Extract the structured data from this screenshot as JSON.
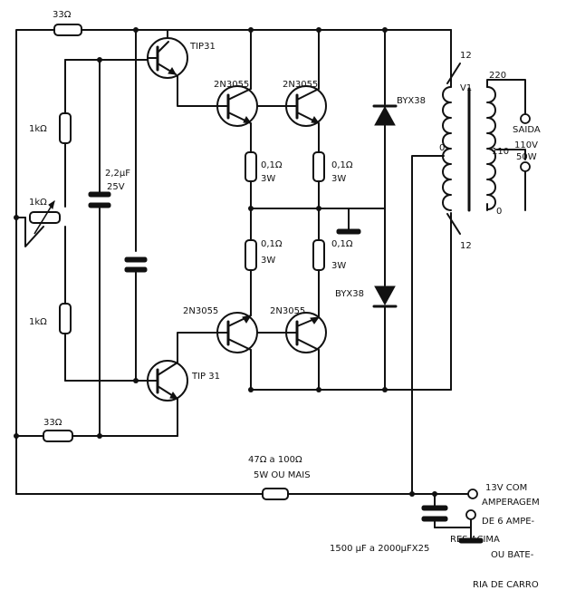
{
  "resistors": {
    "r_33_top": "33Ω",
    "r_33_bottom": "33Ω",
    "r_1k_top": "1kΩ",
    "r_1k_pot": "1kΩ",
    "r_1k_bottom": "1kΩ",
    "r_emitter_value": "0,1Ω",
    "r_emitter_power": "3W",
    "r_series_value": "47Ω a 100Ω",
    "r_series_power": "5W OU MAIS"
  },
  "capacitors": {
    "c_top_value": "2,2µF",
    "c_top_voltage": "25V",
    "c_filter": "1500 µF a 2000µFX25"
  },
  "transistors": {
    "driver_top": "TIP31",
    "driver_bottom": "TIP 31",
    "power": "2N3055"
  },
  "diodes": {
    "d_top": "BYX38",
    "d_bottom": "BYX38"
  },
  "transformer": {
    "name": "V1",
    "primary_top": "12",
    "primary_center": "0",
    "primary_bottom": "12",
    "secondary_top": "220",
    "secondary_tap": "110",
    "secondary_bottom": "0",
    "output_label": "SAIDA",
    "output_voltage": "110V",
    "output_power": "50W"
  },
  "supply_note": {
    "line1": "13V COM",
    "line2": "AMPERAGEM",
    "line3": "DE 6 AMPE-",
    "line4": "RES ACIMA",
    "line5": "OU BATE-",
    "line6": "RIA DE CARRO"
  }
}
